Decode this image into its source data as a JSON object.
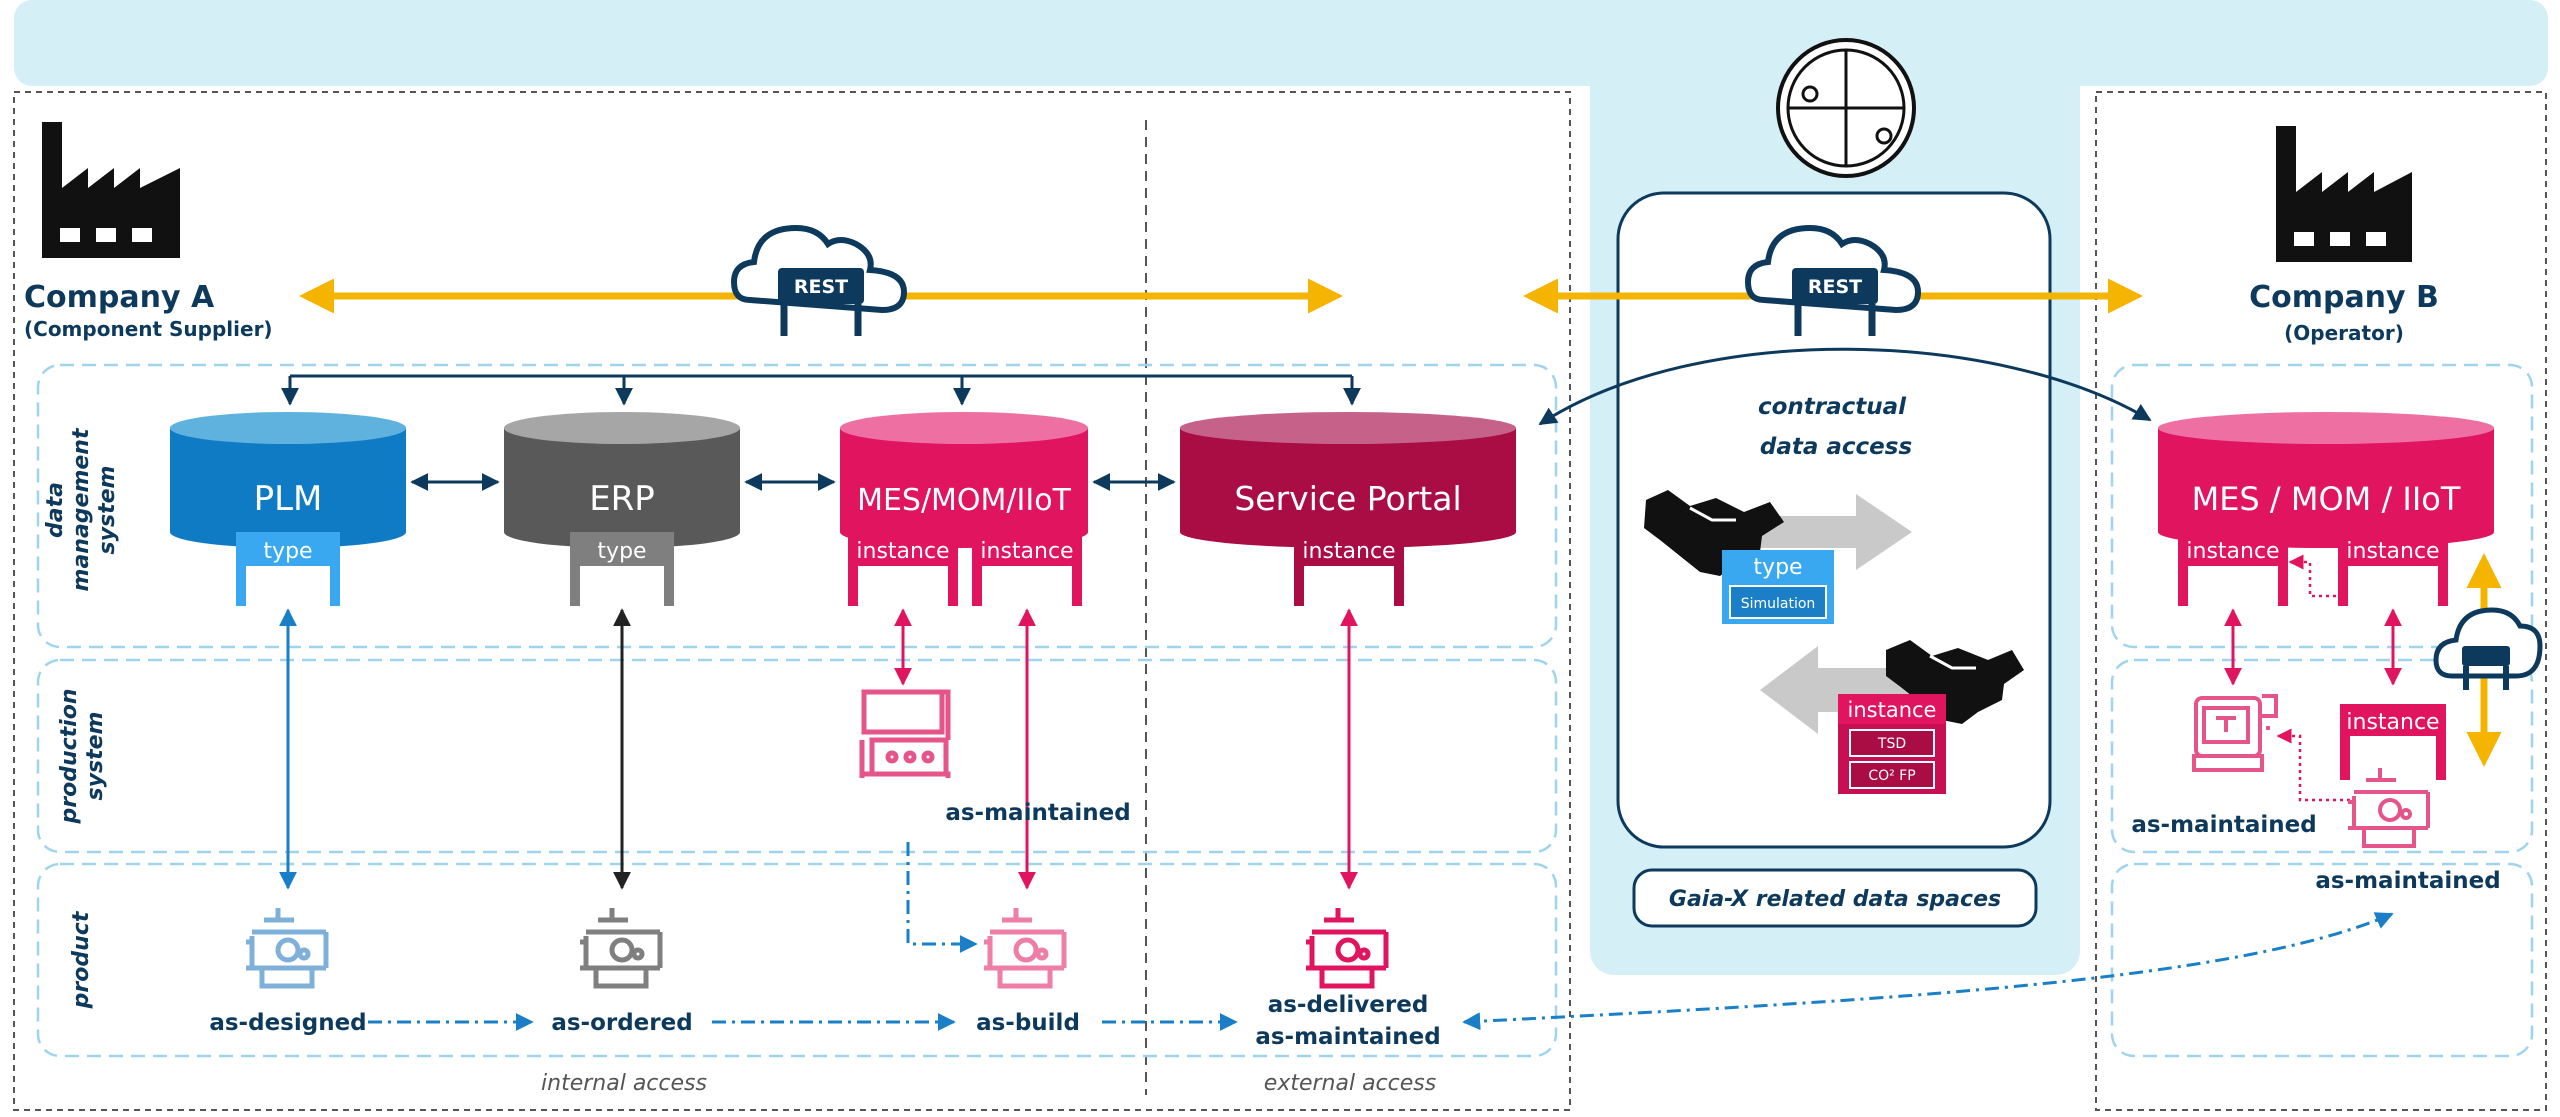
{
  "company_a": {
    "name": "Company A",
    "role": "(Component Supplier)"
  },
  "company_b": {
    "name": "Company B",
    "role": "(Operator)"
  },
  "rest_label": "REST",
  "row_labels": {
    "data_management": [
      "data",
      "management",
      "system"
    ],
    "production": [
      "production",
      "system"
    ],
    "product": [
      "product"
    ]
  },
  "systems": {
    "plm": "PLM",
    "erp": "ERP",
    "mes": "MES/MOM/IIoT",
    "service_portal": "Service Portal",
    "mes_b": "MES / MOM / IIoT"
  },
  "tags": {
    "type": "type",
    "instance": "instance"
  },
  "products": {
    "as_designed": "as-designed",
    "as_ordered": "as-ordered",
    "as_build": "as-build",
    "as_delivered": "as-delivered",
    "as_maintained": "as-maintained"
  },
  "access": {
    "internal": "internal access",
    "external": "external access"
  },
  "gaiax": {
    "contractual_1": "contractual",
    "contractual_2": "data access",
    "simulation": "Simulation",
    "tsd": "TSD",
    "co2fp": "CO² FP",
    "label": "Gaia-X related data spaces"
  },
  "colors": {
    "blue": "#1a7fc7",
    "gray": "#595959",
    "pink": "#e0145f",
    "maroon": "#a90d43",
    "navy": "#0d3a5c",
    "yellow": "#f5b400",
    "lightblue": "#d4eff6"
  }
}
